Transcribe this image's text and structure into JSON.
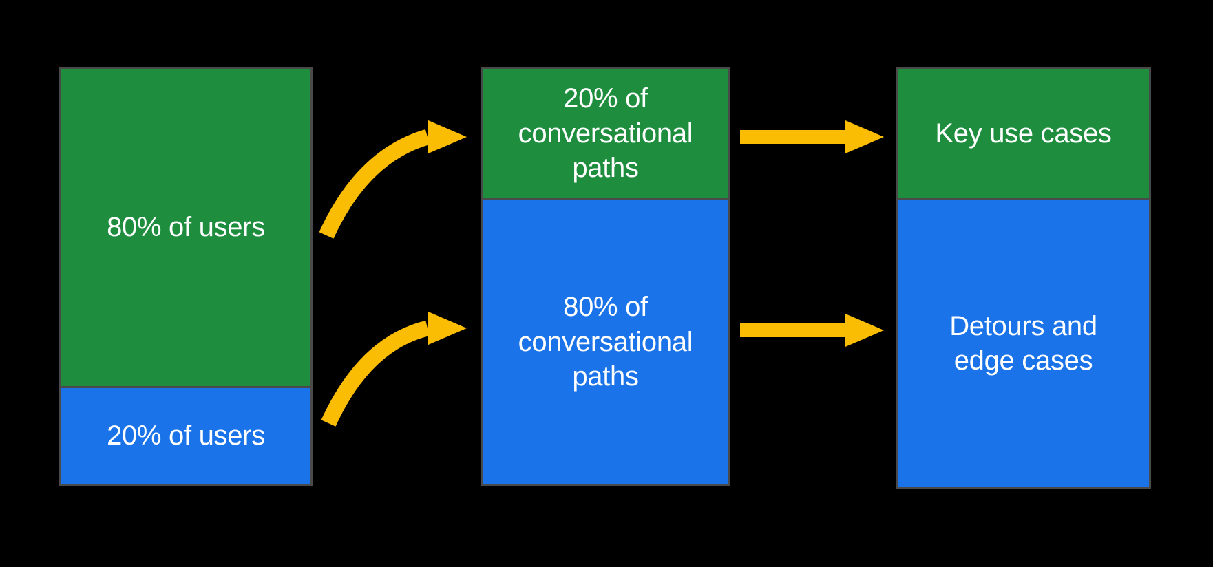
{
  "colors": {
    "background": "#000000",
    "border": "#4a4a4a",
    "green": "#1e8e3e",
    "blue": "#1a73e8",
    "yellow": "#fbbc04",
    "text": "#ffffff"
  },
  "diagram": {
    "columns": [
      {
        "name": "users",
        "segments": [
          {
            "color": "green",
            "label": "80% of users"
          },
          {
            "color": "blue",
            "label": "20% of users"
          }
        ]
      },
      {
        "name": "conversational-paths",
        "segments": [
          {
            "color": "green",
            "label": "20% of\nconversational\npaths"
          },
          {
            "color": "blue",
            "label": "80% of\nconversational\npaths"
          }
        ]
      },
      {
        "name": "use-cases",
        "segments": [
          {
            "color": "green",
            "label": "Key use cases"
          },
          {
            "color": "blue",
            "label": "Detours and\nedge cases"
          }
        ]
      }
    ],
    "flows": [
      {
        "from": "80% of users",
        "to": "20% of conversational paths",
        "style": "curved"
      },
      {
        "from": "20% of users",
        "to": "80% of conversational paths",
        "style": "curved"
      },
      {
        "from": "20% of conversational paths",
        "to": "Key use cases",
        "style": "straight"
      },
      {
        "from": "80% of conversational paths",
        "to": "Detours and edge cases",
        "style": "straight"
      }
    ]
  }
}
